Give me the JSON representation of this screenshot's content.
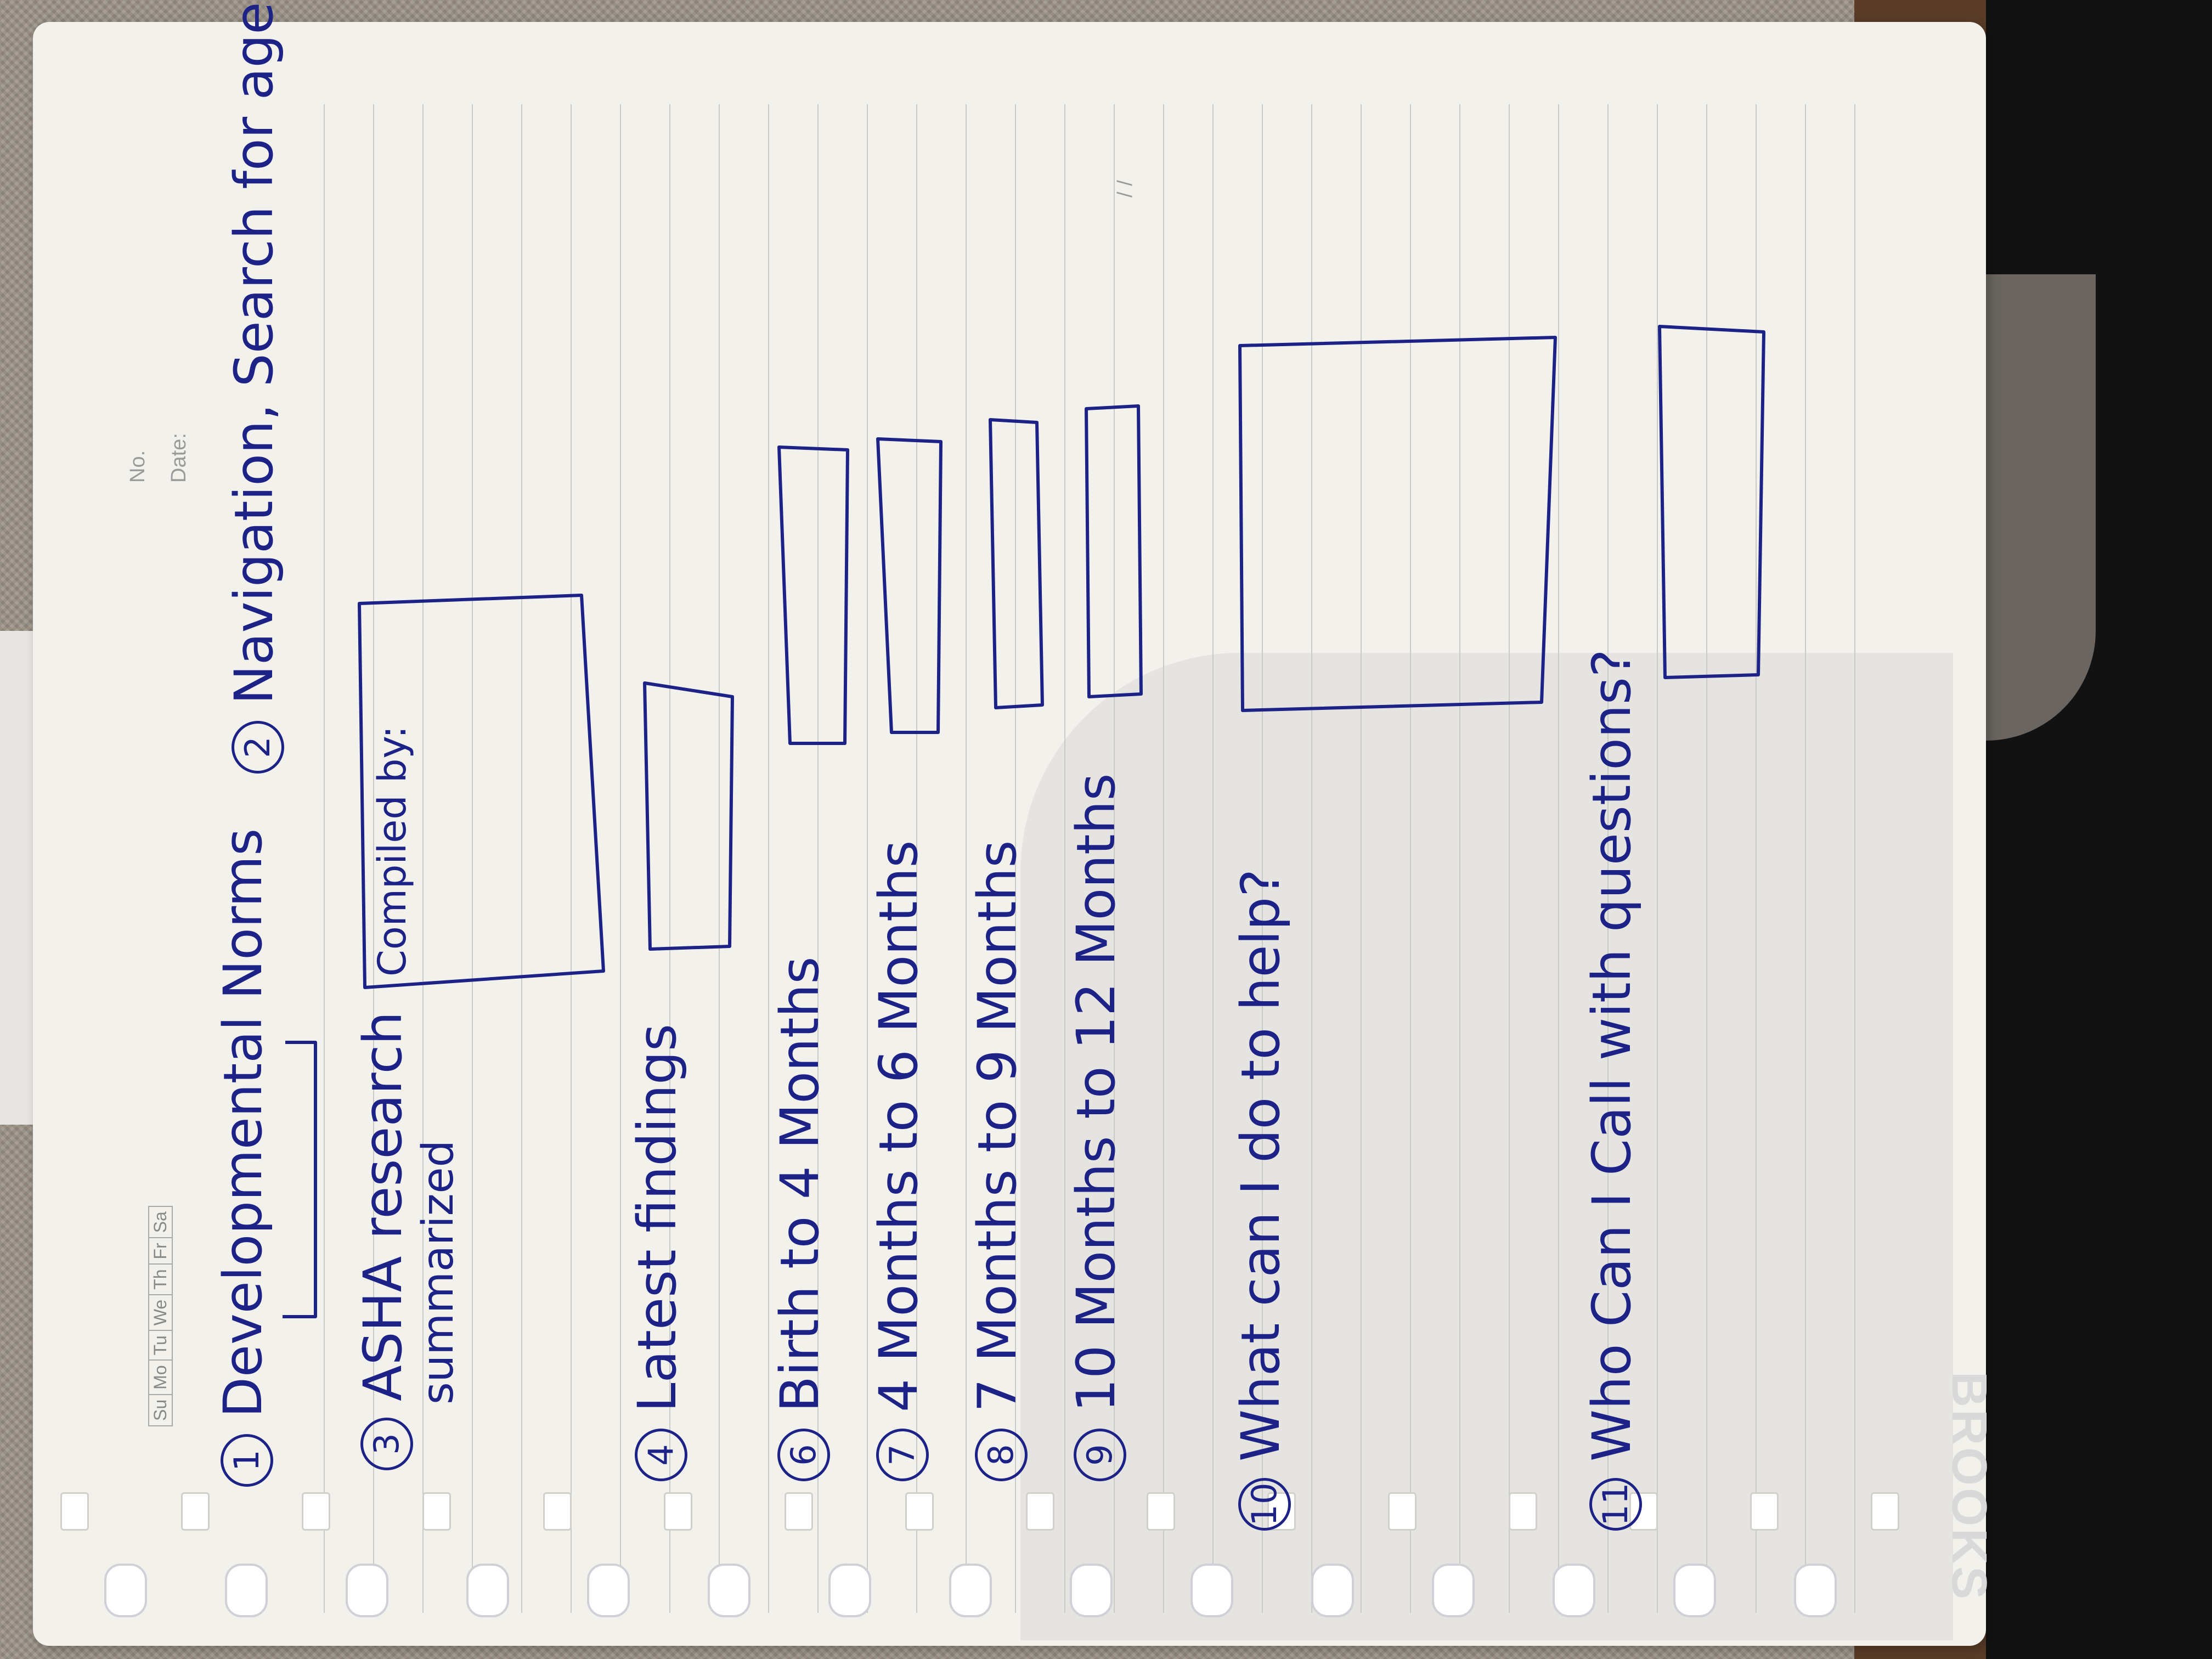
{
  "printed": {
    "no_label": "No.",
    "date_label": "Date:",
    "date_slashes": "/       /",
    "weekdays": [
      "Su",
      "Mo",
      "Tu",
      "We",
      "Th",
      "Fr",
      "Sa"
    ]
  },
  "notes": [
    {
      "id": "1",
      "text": "Developmental Norms"
    },
    {
      "id": "2",
      "text": "Navigation, Search for age"
    },
    {
      "id": "3",
      "text": "ASHA research",
      "subtext": "summarized",
      "box_text": "Compiled by:"
    },
    {
      "id": "4",
      "text": "Latest findings"
    },
    {
      "id": "6",
      "text": "Birth to 4 Months"
    },
    {
      "id": "7",
      "text": "4 Months to 6 Months"
    },
    {
      "id": "8",
      "text": "7 Months to 9 Months"
    },
    {
      "id": "9",
      "text": "10 Months to 12 Months"
    },
    {
      "id": "10",
      "text": "What can I do to help?"
    },
    {
      "id": "11",
      "text": "Who Can I Call with questions?"
    }
  ],
  "brand": "BROOKS",
  "colors": {
    "ink": "#1d2287",
    "paper": "#f3f1ec",
    "rule": "#c9c9c6"
  }
}
